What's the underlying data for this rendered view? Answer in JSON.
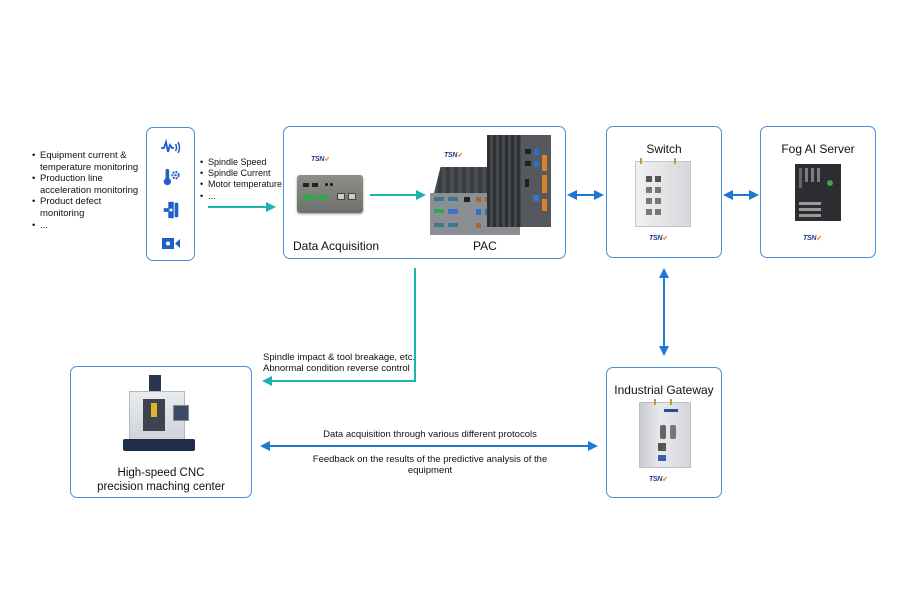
{
  "colors": {
    "box_border": "#4a90d9",
    "arrow_teal": "#1cb3b0",
    "arrow_blue": "#1e78d2",
    "icon_blue": "#1f5fc8",
    "logo_navy": "#233a8a",
    "logo_orange": "#e8832b"
  },
  "monitoring_list": [
    "Equipment current & temperature monitoring",
    "Production line acceleration monitoring",
    "Product defect monitoring",
    "..."
  ],
  "sensor_icons": [
    "vibration-wave-icon",
    "thermometer-gear-icon",
    "current-sensor-icon",
    "camera-icon"
  ],
  "signal_list": [
    "Spindle Speed",
    "Spindle Current",
    "Motor temperature",
    "..."
  ],
  "edge_box": {
    "data_acquisition_label": "Data Acquisition",
    "pac_label": "PAC",
    "logo_text": "TSN"
  },
  "switch_box": {
    "title": "Switch",
    "logo_text": "TSN"
  },
  "fog_box": {
    "title": "Fog AI Server",
    "logo_text": "TSN"
  },
  "gateway_box": {
    "title": "Industrial Gateway",
    "logo_text": "TSN"
  },
  "cnc_box": {
    "title_line1": "High-speed CNC",
    "title_line2": "precision maching center"
  },
  "reverse_control_label": {
    "line1": "Spindle impact & tool breakage, etc.",
    "line2": "Abnormal condition reverse control"
  },
  "protocol_label": "Data acquisition through various different protocols",
  "feedback_label": {
    "line1": "Feedback on the results of the predictive analysis of the",
    "line2": "equipment"
  }
}
